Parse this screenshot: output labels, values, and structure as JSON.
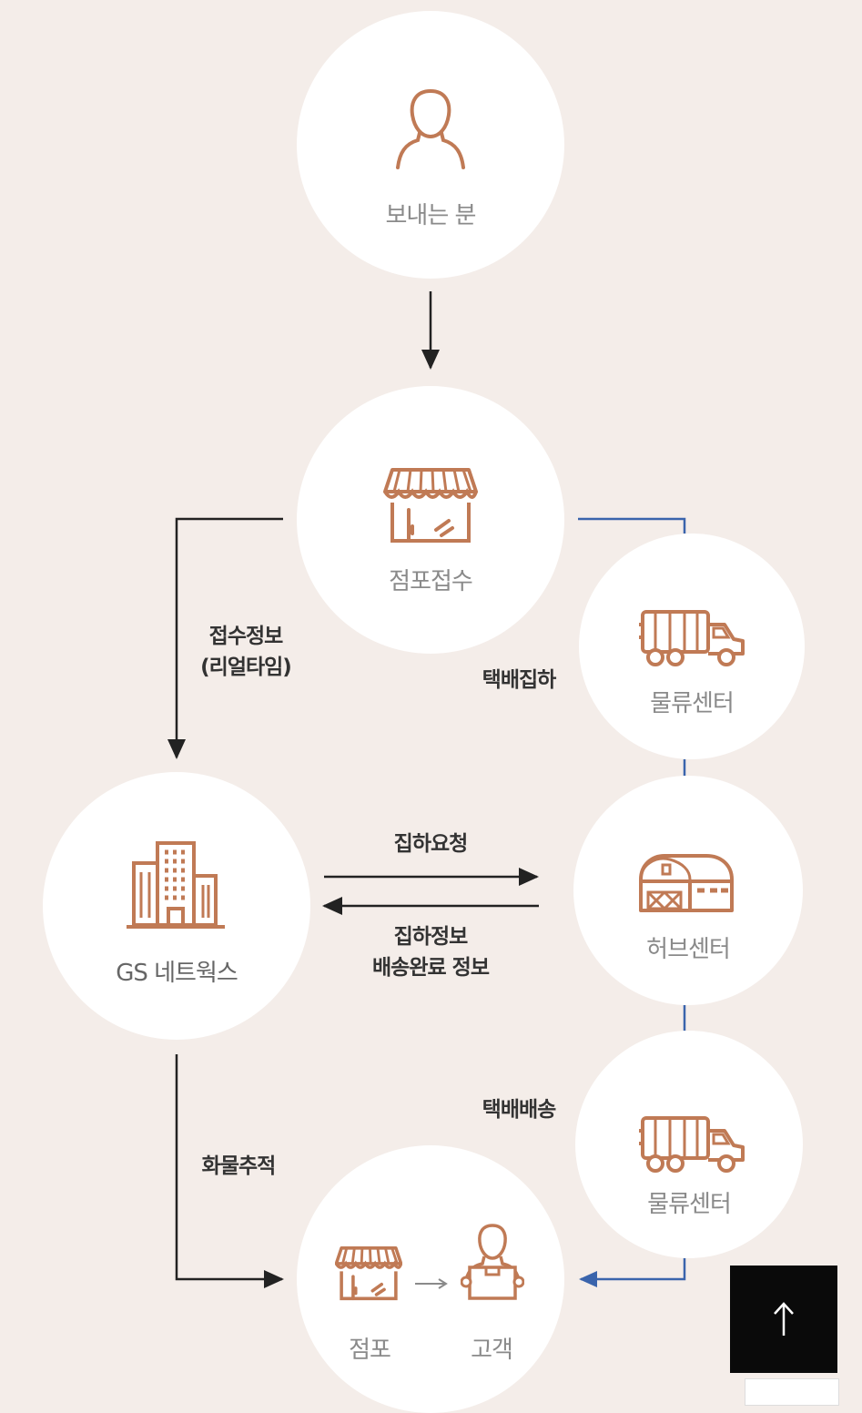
{
  "colors": {
    "background": "#f4ede9",
    "node_fill": "#ffffff",
    "icon": "#c07a55",
    "arrow_dark": "#222222",
    "arrow_blue": "#3a64ac"
  },
  "nodes": {
    "sender": {
      "label": "보내는 분",
      "icon": "person-icon"
    },
    "store_receipt": {
      "label": "점포접수",
      "icon": "storefront-icon"
    },
    "logistics_center_1": {
      "label": "물류센터",
      "icon": "delivery-truck-icon"
    },
    "gs_networks": {
      "label": "GS 네트웍스",
      "icon": "office-building-icon"
    },
    "hub_center": {
      "label": "허브센터",
      "icon": "warehouse-icon"
    },
    "logistics_center_2": {
      "label": "물류센터",
      "icon": "delivery-truck-icon"
    },
    "store_customer": {
      "store_label": "점포",
      "customer_label": "고객",
      "icons": [
        "storefront-icon",
        "arrow-right-icon",
        "customer-with-box-icon"
      ]
    }
  },
  "edges": {
    "receipt_info": {
      "line1": "접수정보",
      "line2": "(리얼타임)"
    },
    "courier_pickup": {
      "label": "택배집하"
    },
    "pickup_request": {
      "label": "집하요청"
    },
    "pickup_info": {
      "line1": "집하정보",
      "line2": "배송완료 정보"
    },
    "courier_delivery": {
      "label": "택배배송"
    },
    "cargo_tracking": {
      "label": "화물추적"
    }
  },
  "controls": {
    "scroll_top": {
      "icon": "arrow-up-icon"
    }
  }
}
